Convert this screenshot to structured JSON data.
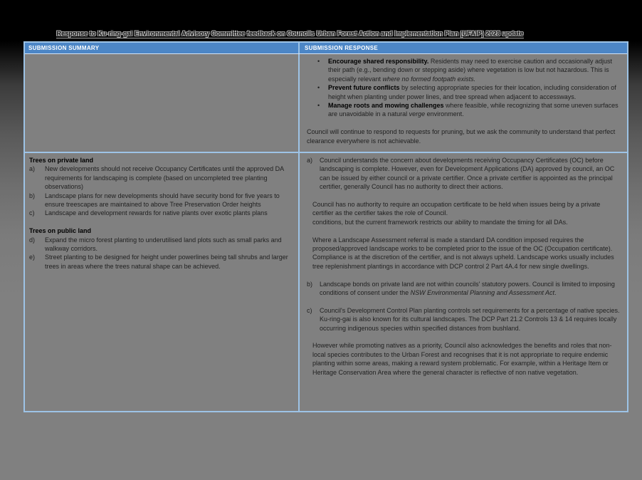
{
  "page": {
    "bg_top_color": "#000000",
    "bg_bottom_color": "#808080"
  },
  "title": "Response to Ku-ring-gai Environmental Advisory Committee feedback on Councils Urban Forest Action and Implementation Plan (UFAIP) 2023 update",
  "table": {
    "border_color": "#9dc3e6",
    "header_bg": "#4c86c6",
    "header_text_color": "#ffffff",
    "cell_bg": "#808080",
    "headers": [
      "SUBMISSION SUMMARY",
      "SUBMISSION RESPONSE"
    ],
    "rows": [
      {
        "summary_blocks": [],
        "response_blocks": [
          {
            "type": "bullet",
            "segments": [
              {
                "t": "Encourage shared responsibility.",
                "b": true
              },
              {
                "t": " Residents may need to exercise caution and occasionally adjust their path (e.g., bending down or stepping aside) where vegetation is low but not hazardous. This is especially relevant "
              },
              {
                "t": "where no formed footpath exists.",
                "i": true
              }
            ]
          },
          {
            "type": "bullet",
            "segments": [
              {
                "t": "Prevent future conflicts",
                "b": true
              },
              {
                "t": " by selecting appropriate species for their location, including consideration of height when planting under power lines, and tree spread when adjacent to accessways."
              }
            ]
          },
          {
            "type": "bullet",
            "segments": [
              {
                "t": "Manage roots and mowing challenges",
                "b": true
              },
              {
                "t": " where feasible, while recognizing that some uneven surfaces are unavoidable in a natural "
              },
              {
                "t": "verge",
                "i": true
              },
              {
                "t": " environment."
              }
            ]
          },
          {
            "type": "spacer"
          },
          {
            "type": "para",
            "segments": [
              {
                "t": "Council will continue to respond to requests for pruning, but we ask the community to understand that perfect clearance everywhere is not achievable."
              }
            ]
          }
        ]
      },
      {
        "summary_blocks": [
          {
            "type": "heading",
            "text": "Trees on private land"
          },
          {
            "type": "li",
            "label": "a)",
            "segments": [
              {
                "t": "New developments should not receive Occupancy Certificates until the approved DA requirements for landscaping is complete (based on uncompleted tree planting observations)"
              }
            ]
          },
          {
            "type": "li",
            "label": "b)",
            "segments": [
              {
                "t": "Landscape plans for new developments should have security bond for five years to ensure treescapes are maintained to above Tree Preservation Order heights"
              }
            ]
          },
          {
            "type": "li",
            "label": "c)",
            "segments": [
              {
                "t": "Landscape and development rewards for native plants over exotic plants plans"
              }
            ]
          },
          {
            "type": "spacer"
          },
          {
            "type": "heading",
            "text": "Trees on public land"
          },
          {
            "type": "li",
            "label": "d)",
            "segments": [
              {
                "t": "Expand the micro forest planting to underutilised land plots such as small parks and walkway corridors."
              }
            ]
          },
          {
            "type": "li",
            "label": "e)",
            "segments": [
              {
                "t": "Street planting to be designed for height under powerlines being tall shrubs and larger trees in areas where the trees natural shape can be achieved."
              }
            ]
          }
        ],
        "response_blocks": [
          {
            "type": "li",
            "label": "a)",
            "segments": [
              {
                "t": "Council understands the concern about developments receiving Occupancy Certificates (OC) before landscaping is complete. However, even for Development Applications (DA) approved by council, an OC can be issued by either council or a private certifier. Once a private certifier is appointed as the principal certifier, generally Council has no authority to direct their actions."
              }
            ]
          },
          {
            "type": "spacer"
          },
          {
            "type": "pi",
            "segments": [
              {
                "t": "Council has no authority to require an occupation certificate to be held when issues being by a private certifier as the certifier takes the role of Council."
              }
            ]
          },
          {
            "type": "pi",
            "segments": [
              {
                "t": "conditions, but the current framework restricts our ability to mandate the timing for all DAs."
              }
            ]
          },
          {
            "type": "spacer"
          },
          {
            "type": "pi",
            "segments": [
              {
                "t": "Where a Landscape Assessment referral is made a standard DA condition imposed requires the proposed/approved landscape works to be completed prior to the issue of the OC (Occupation certificate).  Compliance is at the discretion of the certifier, and is not always upheld. Landscape works usually includes tree replenishment plantings in accordance with DCP control 2 Part 4A.4 for new single dwellings."
              }
            ]
          },
          {
            "type": "spacer"
          },
          {
            "type": "li",
            "label": "b)",
            "segments": [
              {
                "t": "Landscape bonds on private land are not within councils' statutory powers. Council is limited to imposing conditions of consent under the "
              },
              {
                "t": "NSW Environmental Planning and Assessment Act",
                "i": true
              },
              {
                "t": "."
              }
            ]
          },
          {
            "type": "spacer"
          },
          {
            "type": "li",
            "label": "c)",
            "segments": [
              {
                "t": "Council's Development Control Plan planting controls set requirements for a percentage of native species. Ku-ring-gai is also known for its cultural landscapes. The DCP Part 21.2 Controls 13 & 14 requires locally occurring indigenous species within specified distances from bushland."
              }
            ]
          },
          {
            "type": "spacer"
          },
          {
            "type": "pi",
            "segments": [
              {
                "t": "However while promoting natives as a priority, Council also acknowledges the benefits and roles that non-local species contributes to the Urban Forest and recognises that it is not appropriate to require endemic planting within some areas, making a reward system problematic. For example, within a Heritage Item or Heritage Conservation Area where the general character is reflective of non native vegetation."
              }
            ]
          }
        ]
      }
    ]
  }
}
